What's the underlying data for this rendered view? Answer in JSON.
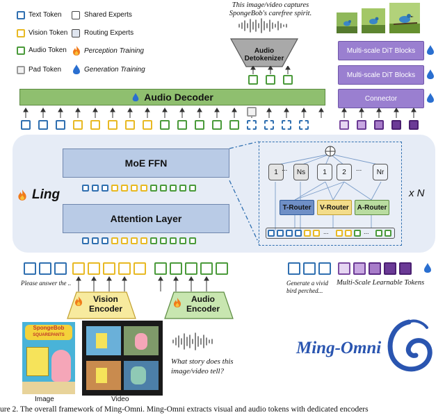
{
  "legend": {
    "text_token": "Text Token",
    "vision_token": "Vision Token",
    "audio_token": "Audio Token",
    "pad_token": "Pad Token",
    "shared_experts": "Shared Experts",
    "routing_experts": "Routing Experts",
    "perception_training": "Perception Training",
    "generation_training": "Generation Training"
  },
  "audio_caption": [
    "This image/video captures",
    "SpongeBob's carefree spirit."
  ],
  "audio_detokenizer": [
    "Audio",
    "Detokenizer"
  ],
  "dit_blocks": [
    "Multi-scale DiT Blocks",
    "Multi-scale DiT Blocks"
  ],
  "connector": "Connector",
  "audio_decoder": "Audio Decoder",
  "moe_ffn": "MoE FFN",
  "attention_layer": "Attention Layer",
  "ling": "Ling",
  "xn": "x N",
  "experts": [
    "1",
    "Ns",
    "1",
    "2",
    "Nr"
  ],
  "ellipsis": "...",
  "routers": {
    "t": "T-Router",
    "v": "V-Router",
    "a": "A-Router"
  },
  "prompt_text": "Please answer the ..",
  "gen_prompt": [
    "Generate  a vivid",
    "bird perched..."
  ],
  "learnable_tokens": "Multi-Scale Learnable Tokens",
  "vision_encoder": [
    "Vision",
    "Encoder"
  ],
  "audio_encoder": [
    "Audio",
    "Encoder"
  ],
  "question": [
    "What story does this",
    "image/video  tell?"
  ],
  "image_label": "Image",
  "video_label": "Video",
  "spongebob_logo": [
    "SpongeBob",
    "SQUAREPANTS"
  ],
  "brand": "Ming-Omni",
  "figure_caption": "ure 2. The overall framework of Ming-Omni. Ming-Omni extracts visual and audio tokens with dedicated encoders",
  "colors": {
    "text_blue": "#2f6fb0",
    "vision_yellow": "#e8b923",
    "audio_green": "#4a9a3a",
    "decoder_green": "#8fbf6f",
    "dit_purple": "#9a7fd0",
    "backbone_bg": "#e9eef7",
    "block_blue": "#b9cbe6"
  }
}
